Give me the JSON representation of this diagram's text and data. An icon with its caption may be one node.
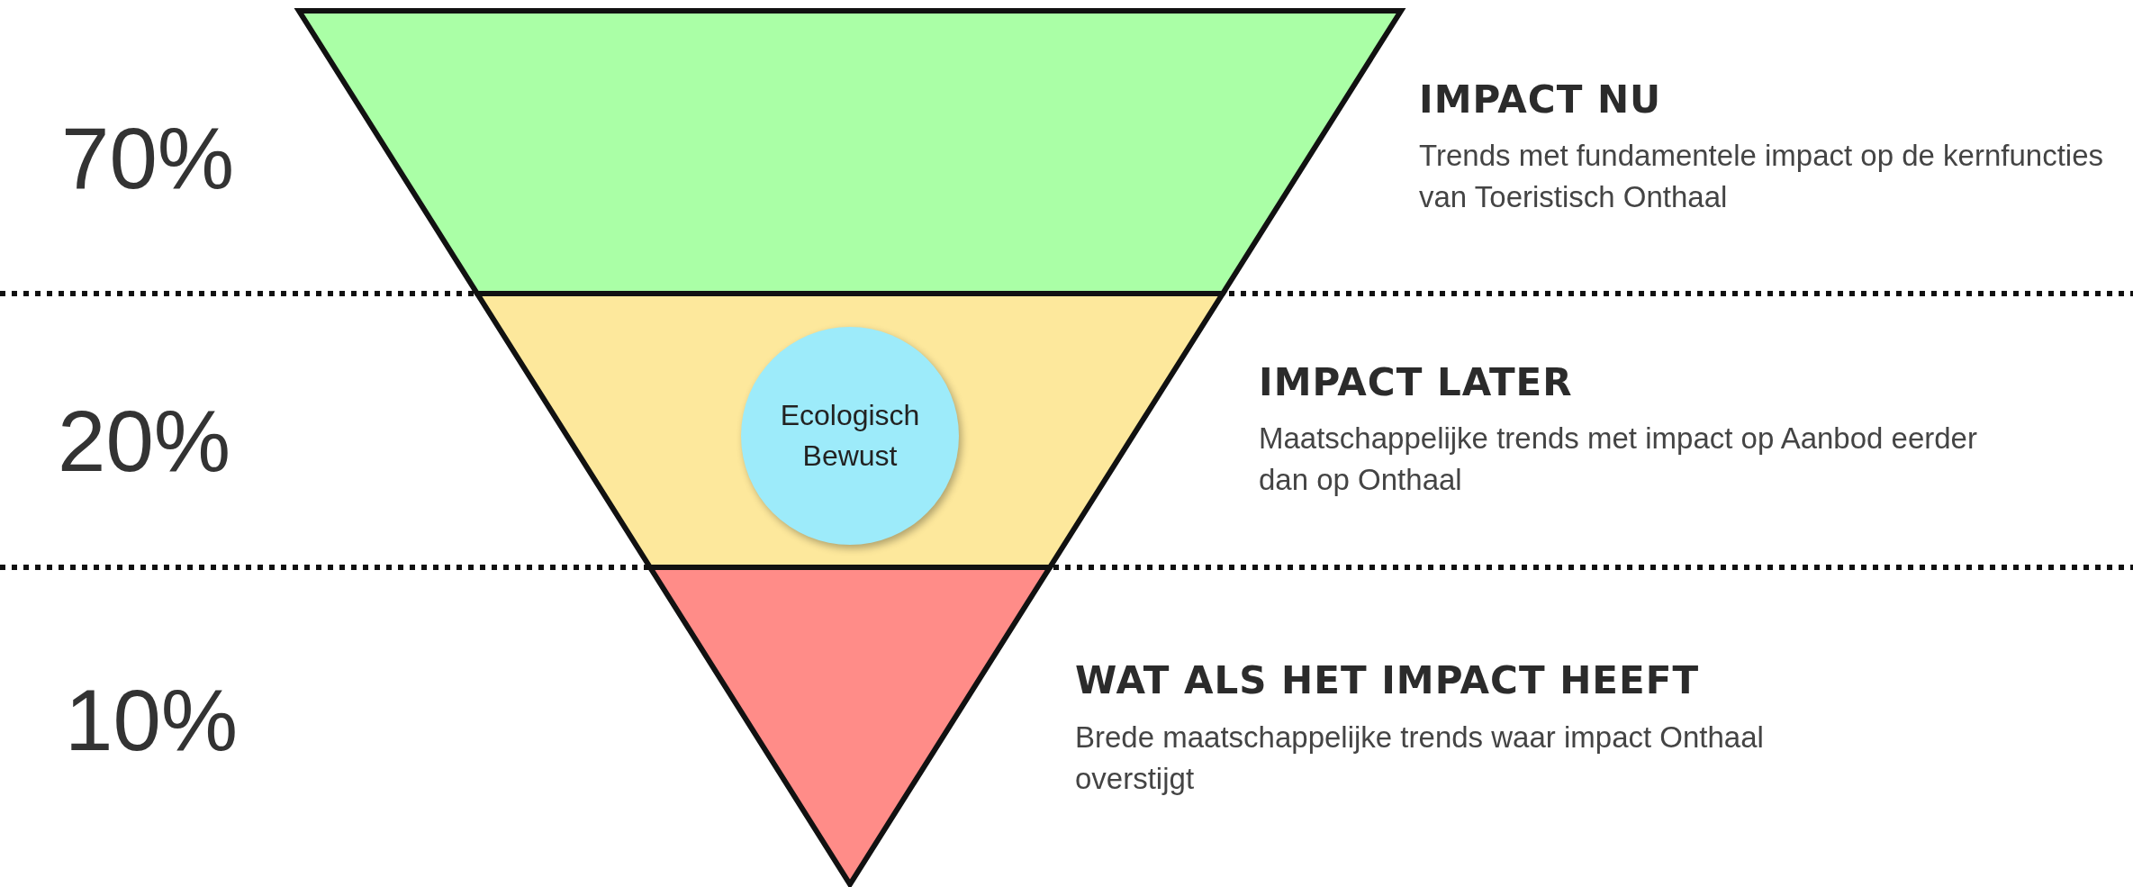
{
  "diagram": {
    "nodes": [
      {
        "text": [],
        "shape": "trapezoid",
        "beside": [
          "IMPACT NU",
          "Trends met fundamentele impact op de kernfuncties van Toeristisch Onthaal"
        ]
      },
      {
        "text": [],
        "shape": "trapezoid",
        "beside": [
          "IMPACT LATER",
          "Maatschappelijke trends met impact op Aanbod eerder dan op Onthaal"
        ]
      },
      {
        "text": [],
        "shape": "triangle",
        "beside": [
          "WAT ALS HET IMPACT HEEFT",
          "Brede maatschappelijke trends waar impact Onthaal overstijgt"
        ]
      },
      {
        "text": [
          "Ecologisch Bewust"
        ],
        "in": 1
      }
    ],
    "edges": [],
    "labels": [
      "70%",
      "20%",
      "10%"
    ]
  }
}
